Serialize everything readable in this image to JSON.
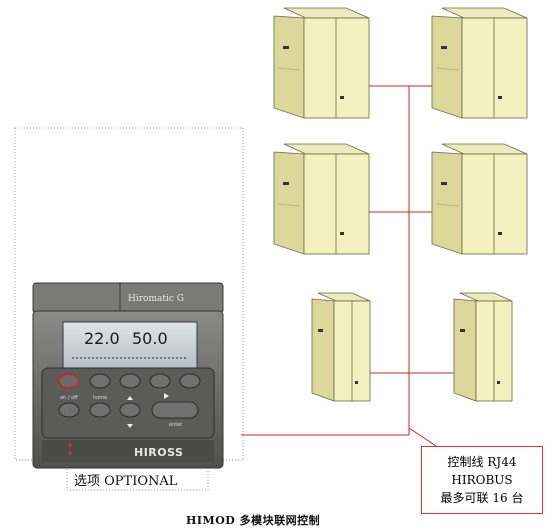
{
  "colors": {
    "network_line": "#d92020",
    "cabinet_front": "#f4f1c0",
    "cabinet_side": "#dcd79a",
    "cabinet_edge": "#6b6a40",
    "controller_body": "#6c6c6a",
    "lcd_background": "#c9d0d6"
  },
  "controller": {
    "model_plate": "Hiromatic G",
    "lcd_temperature": "22.0",
    "lcd_humidity": "50.0",
    "on_off_key": "on / off",
    "home_key": "home",
    "enter_key": "enter",
    "brand": "HIROSS"
  },
  "labels": {
    "optional": "选项 OPTIONAL",
    "callout_line1": "控制线 RJ44",
    "callout_line2": "HIROBUS",
    "callout_line3": "最多可联 16 台",
    "caption": "HIMOD 多模块联网控制"
  },
  "cabinets": [
    {
      "id": "top-left"
    },
    {
      "id": "top-right"
    },
    {
      "id": "mid-left"
    },
    {
      "id": "mid-right"
    },
    {
      "id": "bottom-left"
    },
    {
      "id": "bottom-right"
    }
  ]
}
